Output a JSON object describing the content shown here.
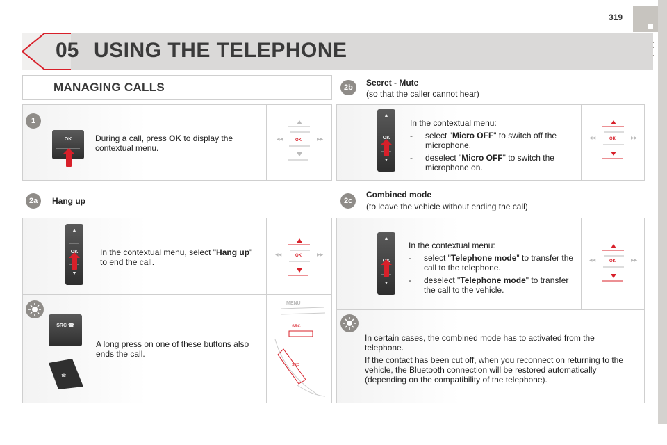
{
  "page_number": "319",
  "chapter": "05",
  "title": "USING THE TELEPHONE",
  "section_title": "MANAGING CALLS",
  "step1": {
    "badge": "1",
    "key_label": "OK",
    "text_before": "During a call, press ",
    "text_bold": "OK",
    "text_after": " to display the contextual menu."
  },
  "step2a": {
    "badge": "2a",
    "heading": "Hang up",
    "key_label": "OK",
    "text_before": "In the contextual menu, select \"",
    "text_bold": "Hang up",
    "text_after": "\" to end the call."
  },
  "tip_left": {
    "src_label": "SRC",
    "text": "A long press on one of these buttons also ends the call.",
    "panel_menu_label": "MENU",
    "panel_src_label": "SRC"
  },
  "step2b": {
    "badge": "2b",
    "heading": "Secret - Mute",
    "subheading": "(so that the caller cannot hear)",
    "key_label": "OK",
    "intro": "In the contextual menu:",
    "items": [
      {
        "dash": "-",
        "before": "select \"",
        "bold": "Micro OFF",
        "after": "\" to switch off the microphone."
      },
      {
        "dash": "-",
        "before": "deselect \"",
        "bold": "Micro OFF",
        "after": "\" to switch the microphone on."
      }
    ]
  },
  "step2c": {
    "badge": "2c",
    "heading": "Combined mode",
    "subheading": "(to leave the vehicle without ending the call)",
    "key_label": "OK",
    "intro": "In the contextual menu:",
    "items": [
      {
        "dash": "-",
        "before": "select \"",
        "bold": "Telephone mode",
        "after": "\" to transfer the call to the telephone."
      },
      {
        "dash": "-",
        "before": "deselect \"",
        "bold": "Telephone mode",
        "after": "\" to transfer the call to the vehicle."
      }
    ]
  },
  "tip_right": {
    "p1": "In certain cases, the combined mode has to activated from the telephone.",
    "p2": "If the contact has been cut off, when you reconnect on returning to the vehicle, the Bluetooth connection will be restored automatically (depending on the compatibility of the telephone)."
  },
  "diagram": {
    "ok_label": "OK",
    "left_arrows": "◀◀",
    "right_arrows": "▶▶"
  },
  "colors": {
    "accent_red": "#d8202a",
    "badge_grey": "#8f8c88",
    "header_grey": "#dad9d8"
  }
}
